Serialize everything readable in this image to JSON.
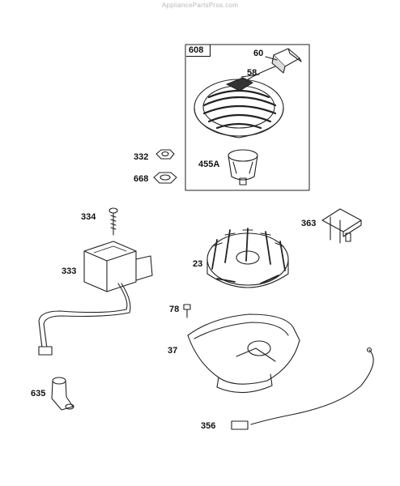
{
  "watermark": "AppliancePartsPros.com",
  "group_label": "608",
  "parts": {
    "p60": "60",
    "p58": "58",
    "p332": "332",
    "p668": "668",
    "p455a": "455A",
    "p334": "334",
    "p363": "363",
    "p333": "333",
    "p23": "23",
    "p78": "78",
    "p37": "37",
    "p635": "635",
    "p356": "356"
  }
}
